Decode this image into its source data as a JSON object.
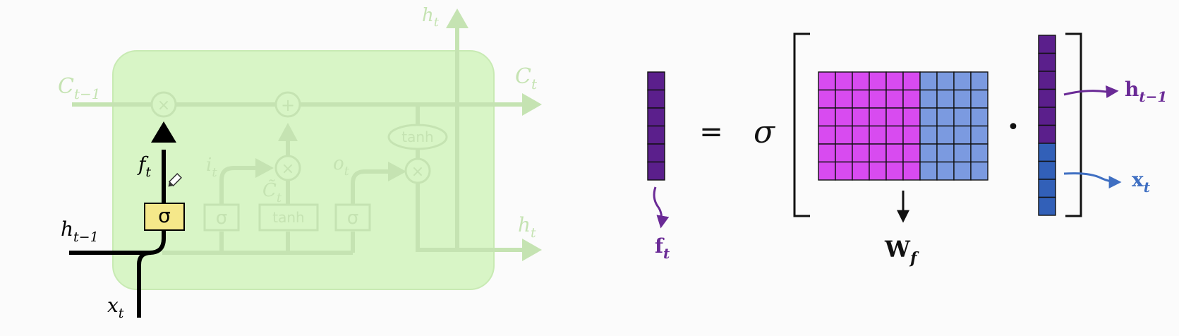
{
  "lstm": {
    "labels": {
      "h_t_top": {
        "base": "h",
        "sub": "t"
      },
      "c_prev": {
        "base": "C",
        "sub": "t−1"
      },
      "c_t": {
        "base": "C",
        "sub": "t"
      },
      "f_t": {
        "base": "f",
        "sub": "t"
      },
      "i_t": {
        "base": "i",
        "sub": "t"
      },
      "o_t": {
        "base": "o",
        "sub": "t"
      },
      "c_tilde": {
        "base": "C̃",
        "sub": "t"
      },
      "h_prev": {
        "base": "h",
        "sub": "t−1"
      },
      "x_t": {
        "base": "x",
        "sub": "t"
      },
      "h_t_right": {
        "base": "h",
        "sub": "t"
      }
    },
    "ops": {
      "times": "×",
      "plus": "+",
      "tanh": "tanh",
      "sigma": "σ"
    },
    "colors": {
      "cell_fill": "#d8f5c6",
      "faded": "#c5e3b2",
      "active": "#000000",
      "sigma_box": "#f5e88a"
    }
  },
  "equation": {
    "lhs": {
      "base": "f",
      "sub": "t"
    },
    "equals": "=",
    "sigma": "σ",
    "dot": "•",
    "weight": {
      "base": "W",
      "sub": "f"
    },
    "h_label": {
      "base": "h",
      "sub": "t−1"
    },
    "x_label": {
      "base": "x",
      "sub": "t"
    },
    "colors": {
      "f_vector": "#5b1f8c",
      "h_part": "#5b1f8c",
      "x_part": "#3260b8",
      "weight_h": "#d84bf0",
      "weight_x": "#7b9ae0",
      "label_purple": "#6a2a96",
      "label_blue": "#3f6fc2"
    }
  }
}
